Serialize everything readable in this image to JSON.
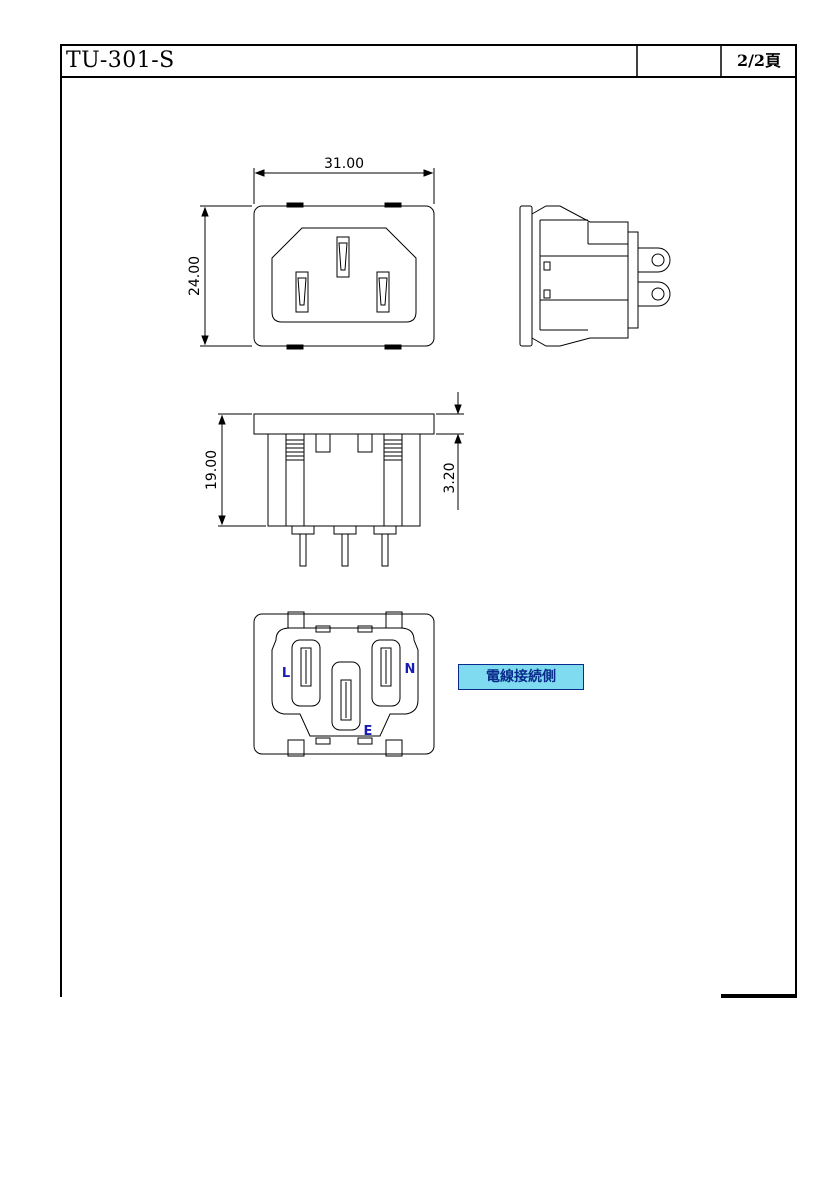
{
  "header": {
    "part_number": "TU-301-S",
    "middle_cell": "",
    "page": "2/2頁"
  },
  "front_view": {
    "width_dim": "31.00",
    "height_dim": "24.00"
  },
  "bottom_view": {
    "depth_dim": "19.00",
    "flange_dim": "3.20"
  },
  "rear_view": {
    "pin_labels": {
      "line": "L",
      "neutral": "N",
      "earth": "E"
    },
    "wiring_side_note": "電線接続側"
  },
  "colors": {
    "line": "#000000",
    "pin_label": "#1a1ab5",
    "note_fill": "#7fdcf0",
    "note_text": "#0a2a8c"
  }
}
